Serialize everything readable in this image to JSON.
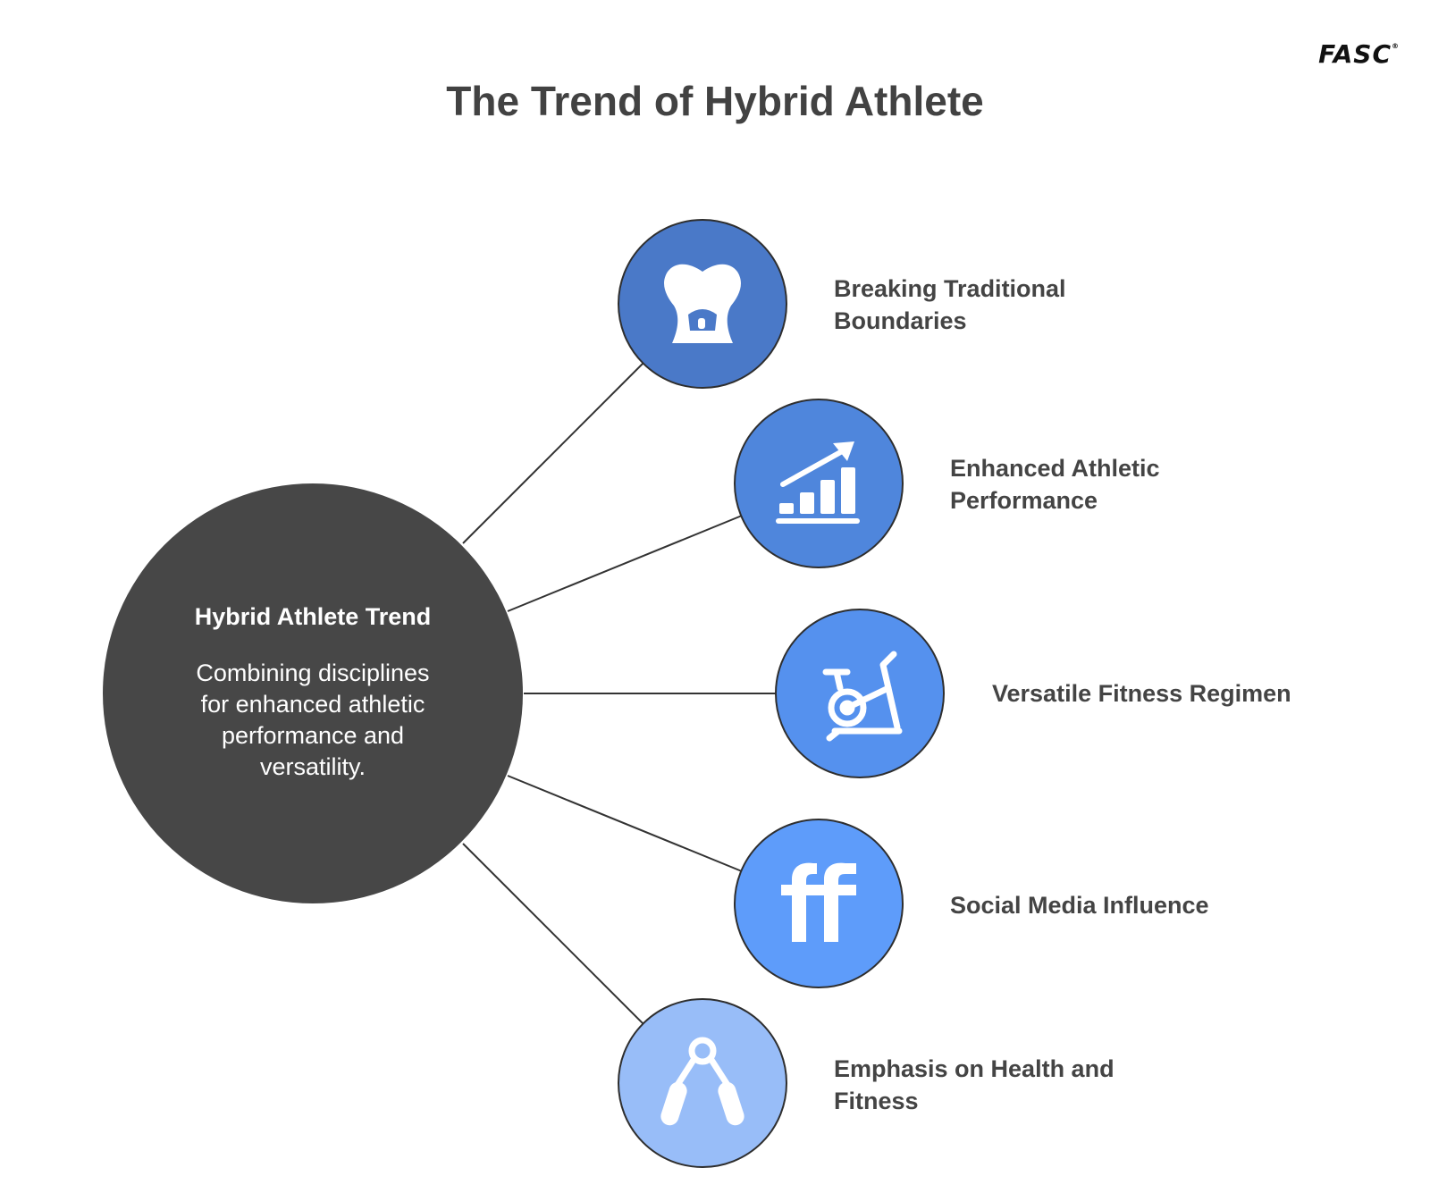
{
  "title": "The Trend of Hybrid Athlete",
  "logo": {
    "text": "FASC",
    "mark": "®"
  },
  "center": {
    "heading": "Hybrid Athlete Trend",
    "description": "Combining disciplines for enhanced athletic performance and versatility.",
    "color": "#474747"
  },
  "branches": [
    {
      "label": "Breaking Traditional Boundaries",
      "icon": "corset-icon",
      "color": "#4a79c8"
    },
    {
      "label": "Enhanced Athletic Performance",
      "icon": "bar-chart-growth-icon",
      "color": "#4f86dc"
    },
    {
      "label": "Versatile Fitness Regimen",
      "icon": "exercise-bike-icon",
      "color": "#5591ee"
    },
    {
      "label": "Social Media Influence",
      "icon": "ff-letters-icon",
      "color": "#5e9cfa"
    },
    {
      "label": "Emphasis on Health and Fitness",
      "icon": "hand-grip-icon",
      "color": "#98bdf8"
    }
  ]
}
